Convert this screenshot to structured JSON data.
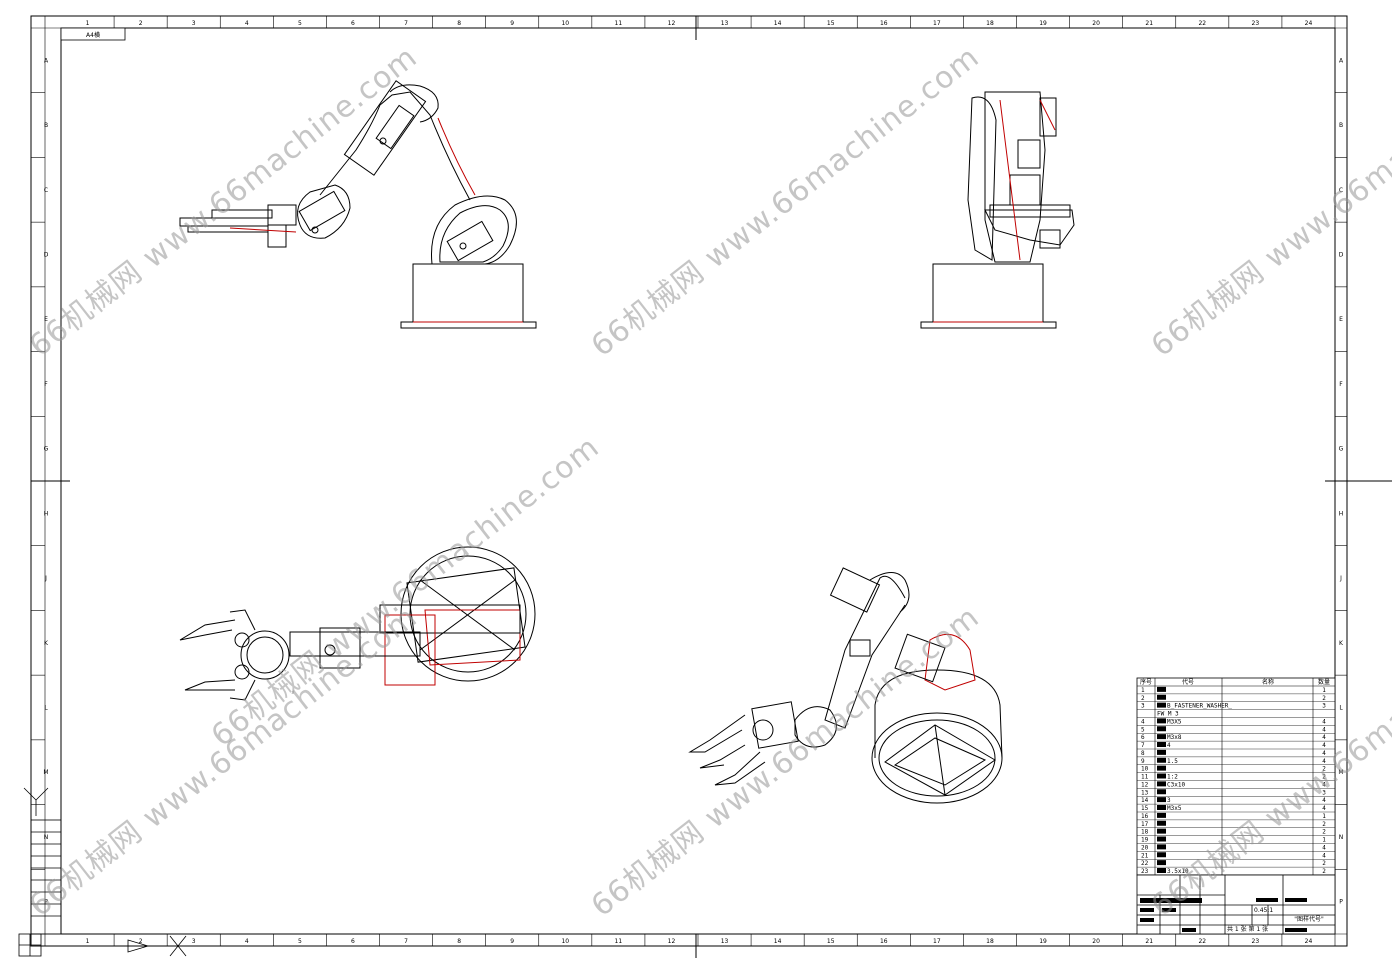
{
  "drawing": {
    "top_label": "A4横",
    "zone_columns": [
      "1",
      "2",
      "3",
      "4",
      "5",
      "6",
      "7",
      "8",
      "9",
      "10",
      "11",
      "12",
      "13",
      "14",
      "15",
      "16",
      "17",
      "18",
      "19",
      "20",
      "21",
      "22",
      "23",
      "24"
    ],
    "zone_rows": [
      "A",
      "B",
      "C",
      "D",
      "E",
      "F",
      "G",
      "H",
      "J",
      "K",
      "L",
      "M",
      "N",
      "P"
    ],
    "watermarks": [
      "66机械网 www.66machine.com",
      "66机械网 www.66machine.com",
      "66机械网 www.66machine.com",
      "66机械网 www.66machine.com",
      "66机械网 www.66machine.com",
      "66机械网 www.66machine.com",
      "66机械网 www.66machine.com"
    ]
  },
  "bom": {
    "headers": [
      "序号",
      "代号",
      "名称",
      "数量"
    ],
    "rows": [
      {
        "no": "1",
        "code": "",
        "qty": "1"
      },
      {
        "no": "2",
        "code": "",
        "qty": "2"
      },
      {
        "no": "3",
        "code": "B_FASTENER_WASHER_",
        "qty": "3"
      },
      {
        "no": "",
        "code": "FW M 3",
        "qty": ""
      },
      {
        "no": "4",
        "code": "M3X5",
        "qty": "4"
      },
      {
        "no": "5",
        "code": "",
        "qty": "4"
      },
      {
        "no": "6",
        "code": "M3x8",
        "qty": "4"
      },
      {
        "no": "7",
        "code": "4",
        "qty": "4"
      },
      {
        "no": "8",
        "code": "",
        "qty": "4"
      },
      {
        "no": "9",
        "code": "1.5",
        "qty": "4"
      },
      {
        "no": "10",
        "code": "",
        "qty": "2"
      },
      {
        "no": "11",
        "code": "1:2",
        "qty": "2"
      },
      {
        "no": "12",
        "code": "C3x10",
        "qty": "4"
      },
      {
        "no": "13",
        "code": "",
        "qty": "3"
      },
      {
        "no": "14",
        "code": "3",
        "qty": "4"
      },
      {
        "no": "15",
        "code": "M3x5",
        "qty": "4"
      },
      {
        "no": "16",
        "code": "",
        "qty": "1"
      },
      {
        "no": "17",
        "code": "",
        "qty": "2"
      },
      {
        "no": "18",
        "code": "",
        "qty": "2"
      },
      {
        "no": "19",
        "code": "",
        "qty": "1"
      },
      {
        "no": "20",
        "code": "",
        "qty": "4"
      },
      {
        "no": "21",
        "code": "",
        "qty": "4"
      },
      {
        "no": "22",
        "code": "",
        "qty": "2"
      },
      {
        "no": "23",
        "code": "3.5x10",
        "qty": "2"
      }
    ]
  },
  "title_block": {
    "scale": "0.45:1",
    "sheet": "共 1 张 第 1 张",
    "drawing_no": "\"图样代号\""
  },
  "colors": {
    "line": "#000000",
    "accent": "#c00000",
    "background": "#ffffff",
    "watermark": "#969696"
  }
}
